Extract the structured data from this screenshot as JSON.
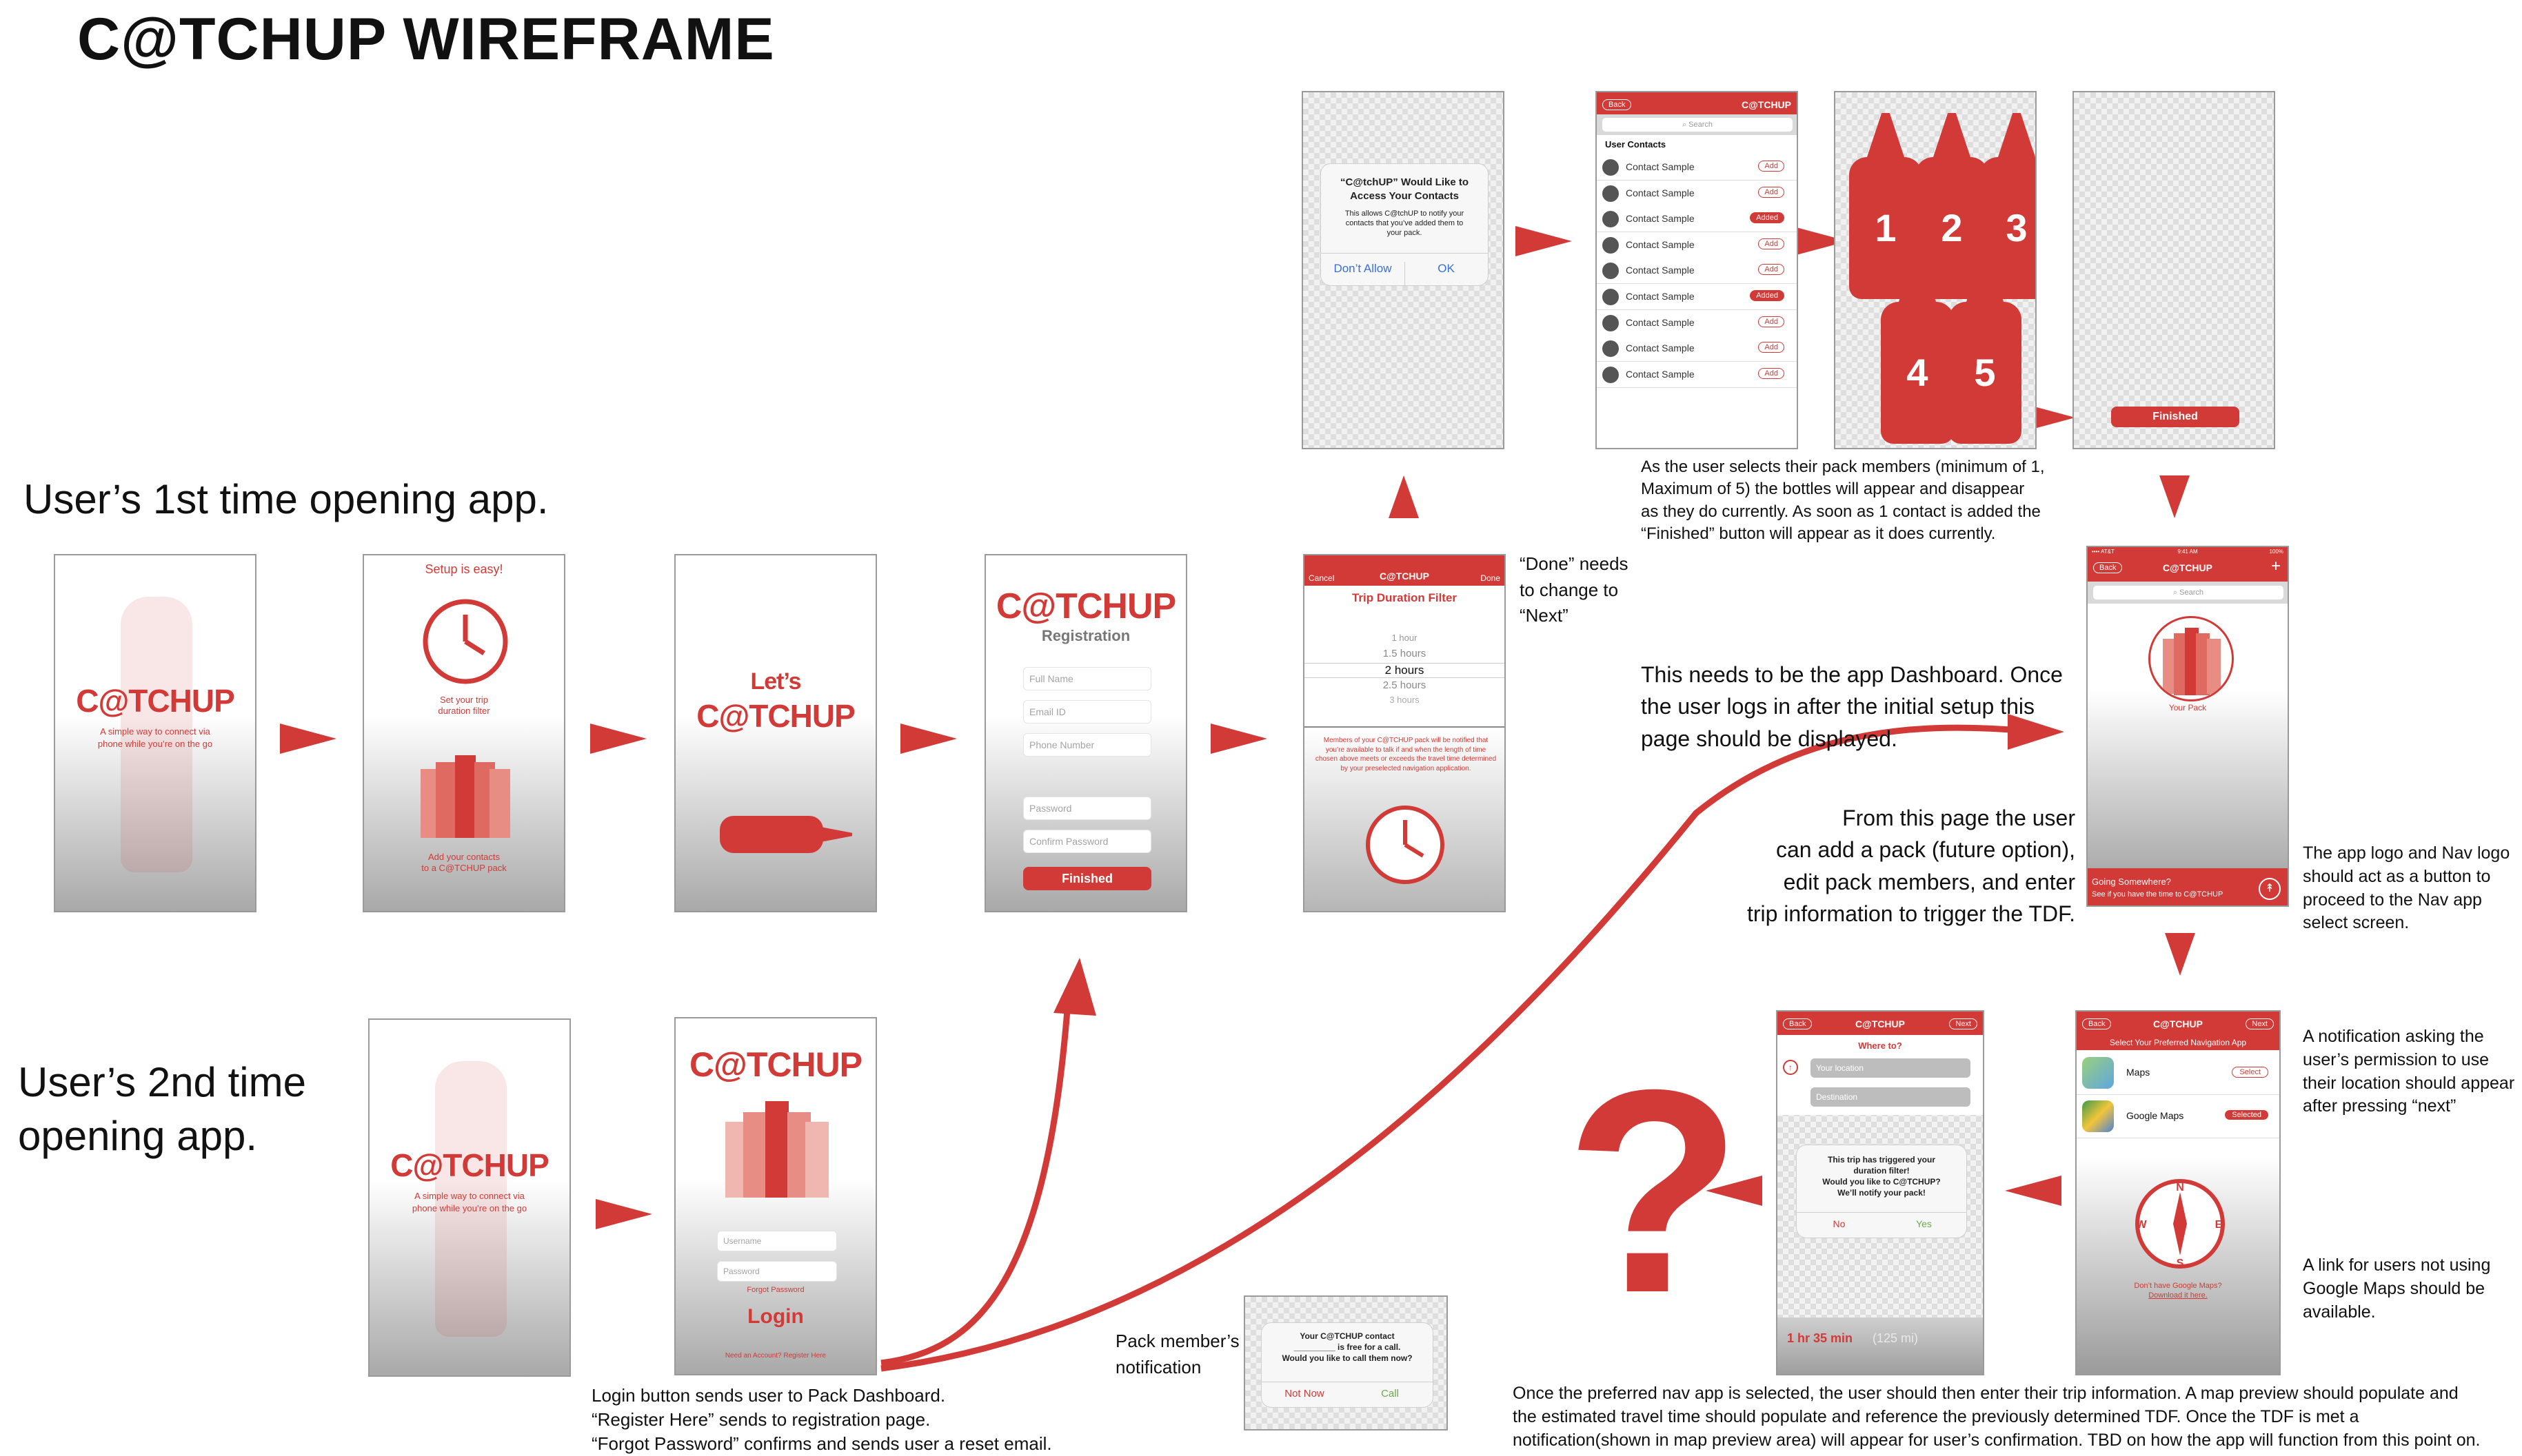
{
  "title": "C@TCHUP WIREFRAME",
  "rows": {
    "first": "User’s 1st time opening app.",
    "second_line1": "User’s 2nd time",
    "second_line2": "opening app."
  },
  "brand": {
    "logo": "C@TCHUP",
    "accent": "#d13a36"
  },
  "splash": {
    "tagline1": "A simple way to connect via",
    "tagline2": "phone while you’re on the go"
  },
  "setup": {
    "heading": "Setup is easy!",
    "step1a": "Set your trip",
    "step1b": "duration filter",
    "step2a": "Add your contacts",
    "step2b": "to a C@TCHUP pack"
  },
  "lets": {
    "line1": "Let’s",
    "line2": "C@TCHUP"
  },
  "registration": {
    "title": "Registration",
    "full_name": "Full Name",
    "email": "Email ID",
    "phone": "Phone Number",
    "password": "Password",
    "confirm": "Confirm Password",
    "finished": "Finished"
  },
  "tdf": {
    "cancel": "Cancel",
    "done": "Done",
    "logo": "C@TCHUP",
    "heading": "Trip Duration Filter",
    "options": [
      "1 hour",
      "1.5 hours",
      "2 hours",
      "2.5 hours",
      "3 hours"
    ],
    "info": "Members of your C@TCHUP pack will be notified that you’re available to talk if and when the length of time chosen above meets or exceeds the travel time determined by your preselected navigation application."
  },
  "done_note": {
    "l1": "“Done” needs",
    "l2": "to change to",
    "l3": "“Next”"
  },
  "contacts_access": {
    "title1": "“C@tchUP” Would Like to",
    "title2": "Access Your Contacts",
    "body1": "This allows C@tchUP to notify your",
    "body2": "contacts that you’ve added them to",
    "body3": "your pack.",
    "deny": "Don’t Allow",
    "ok": "OK"
  },
  "contacts_list": {
    "back": "Back",
    "logo": "C@TCHUP",
    "search": "Search",
    "section": "User Contacts",
    "items": [
      {
        "name": "Contact Sample",
        "action": "Add"
      },
      {
        "name": "Contact Sample",
        "action": "Add"
      },
      {
        "name": "Contact Sample",
        "action": "Added"
      },
      {
        "name": "Contact Sample",
        "action": "Add"
      },
      {
        "name": "Contact Sample",
        "action": "Add"
      },
      {
        "name": "Contact Sample",
        "action": "Added"
      },
      {
        "name": "Contact Sample",
        "action": "Add"
      },
      {
        "name": "Contact Sample",
        "action": "Add"
      },
      {
        "name": "Contact Sample",
        "action": "Add"
      }
    ]
  },
  "bottles": [
    "1",
    "2",
    "3",
    "4",
    "5"
  ],
  "finished_btn": "Finished",
  "pack_note": {
    "l1": "As the user selects their pack members (minimum of 1,",
    "l2": "Maximum of 5) the bottles will appear and disappear",
    "l3": "as they do currently. As soon as 1 contact is added the",
    "l4": "“Finished” button will appear as it does currently."
  },
  "dashboard": {
    "carrier": "•••• AT&T",
    "time": "9:41 AM",
    "battery": "100%",
    "back": "Back",
    "logo": "C@TCHUP",
    "plus": "+",
    "search": "Search",
    "your_pack": "Your Pack",
    "going": "Going Somewhere?",
    "see_if": "See if you have the time to C@TCHUP"
  },
  "dashboard_note": {
    "l1": "This needs to be the app Dashboard. Once",
    "l2": "the user logs in after the initial setup this",
    "l3": "page should be displayed."
  },
  "pack_page_note": {
    "l1": "From this page the user",
    "l2": "can add a pack (future option),",
    "l3": "edit pack members, and enter",
    "l4": "trip information to trigger the TDF."
  },
  "logo_note": {
    "l1": "The app logo and Nav logo",
    "l2": "should act as a button to",
    "l3": "proceed to the Nav app",
    "l4": "select screen."
  },
  "nav_select": {
    "back": "Back",
    "logo": "C@TCHUP",
    "next": "Next",
    "heading": "Select Your Preferred Navigation App",
    "apps": [
      {
        "name": "Maps",
        "action": "Select"
      },
      {
        "name": "Google Maps",
        "action": "Selected"
      }
    ],
    "compass": {
      "n": "N",
      "s": "S",
      "e": "E",
      "w": "W"
    },
    "no_google1": "Don’t have Google Maps?",
    "no_google2": "Download it here."
  },
  "location_note": {
    "l1": "A notification asking the",
    "l2": "user’s permission to use",
    "l3": "their location should appear",
    "l4": "after pressing “next”"
  },
  "google_note": {
    "l1": "A link for users not using",
    "l2": "Google Maps should be",
    "l3": "available."
  },
  "where": {
    "back": "Back",
    "logo": "C@TCHUP",
    "next": "Next",
    "heading": "Where to?",
    "loc": "Your location",
    "dest": "Destination",
    "dlg1": "This trip has triggered your",
    "dlg2": "duration filter!",
    "dlg3": "Would you like to C@TCHUP?",
    "dlg4": "We’ll notify your pack!",
    "no": "No",
    "yes": "Yes",
    "time_bold": "1 hr 35 min",
    "dist": "(125 mi)"
  },
  "question": "?",
  "login": {
    "logo": "C@TCHUP",
    "username": "Username",
    "password": "Password",
    "forgot": "Forgot Password",
    "login": "Login",
    "register": "Need an Account? Register Here"
  },
  "login_note": {
    "l1": "Login button sends user to Pack Dashboard.",
    "l2": "“Register Here” sends to registration page.",
    "l3": "“Forgot Password” confirms and sends user a reset email."
  },
  "pack_notification_label": {
    "l1": "Pack member’s",
    "l2": "notification"
  },
  "member_notif": {
    "l1": "Your C@TCHUP contact",
    "l2": "_________ is free for a call.",
    "l3": "Would you like to call them now?",
    "not_now": "Not Now",
    "call": "Call"
  },
  "bottom_note": {
    "l1": "Once the preferred nav app is selected, the user should then enter their trip information. A map preview should populate and",
    "l2": "the estimated travel time should populate and reference the previously determined TDF. Once the TDF is met a",
    "l3": "notification(shown in map preview area) will appear for user’s confirmation. TBD on how the app will function from this point on."
  }
}
